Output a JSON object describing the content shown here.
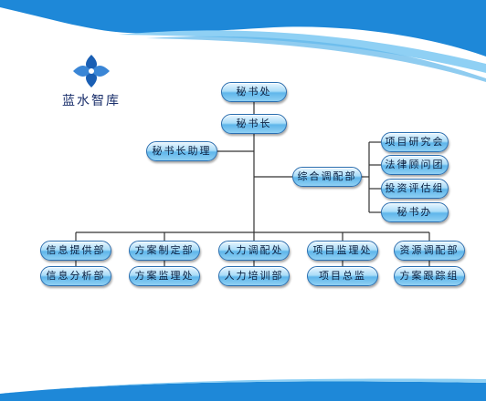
{
  "logo": {
    "text": "蓝水智库"
  },
  "org": {
    "secretariat": "秘书处",
    "secretary_general": "秘书长",
    "assistant": "秘书长助理",
    "coordination": "综合调配部",
    "sub_units": [
      "项目研究会",
      "法律顾问团",
      "投资评估组",
      "秘书办"
    ],
    "departments": [
      {
        "top": "信息提供部",
        "bottom": "信息分析部"
      },
      {
        "top": "方案制定部",
        "bottom": "方案监理处"
      },
      {
        "top": "人力调配处",
        "bottom": "人力培训部"
      },
      {
        "top": "项目监理处",
        "bottom": "项目总监"
      },
      {
        "top": "资源调配部",
        "bottom": "方案跟踪组"
      }
    ]
  },
  "colors": {
    "node_border": "#2b6fb0",
    "line": "#333333",
    "wave_dark": "#1e88d8",
    "wave_light": "#8fd0f4"
  }
}
